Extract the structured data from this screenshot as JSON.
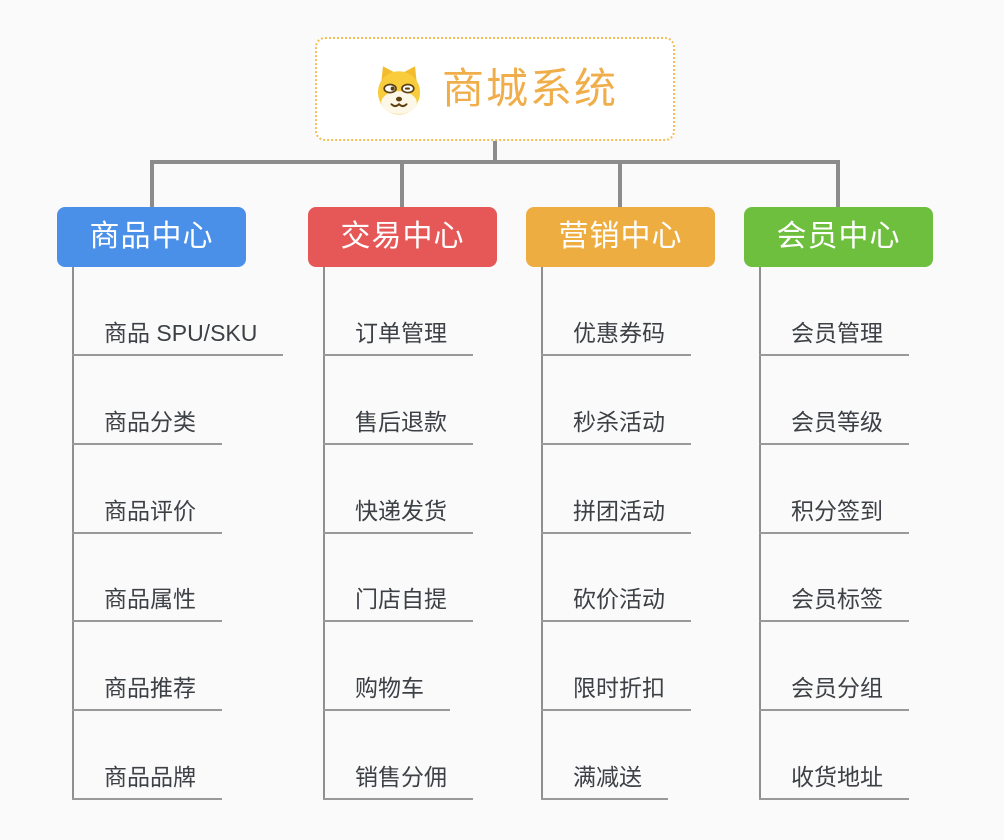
{
  "root": {
    "title": "商城系统",
    "icon": "shiba-dog-icon",
    "title_color": "#F0AE4B",
    "border_color": "#F5BE5A"
  },
  "branches": [
    {
      "label": "商品中心",
      "color": "#4B90E8",
      "items": [
        "商品 SPU/SKU",
        "商品分类",
        "商品评价",
        "商品属性",
        "商品推荐",
        "商品品牌"
      ]
    },
    {
      "label": "交易中心",
      "color": "#E65858",
      "items": [
        "订单管理",
        "售后退款",
        "快递发货",
        "门店自提",
        "购物车",
        "销售分佣"
      ]
    },
    {
      "label": "营销中心",
      "color": "#EEAD40",
      "items": [
        "优惠券码",
        "秒杀活动",
        "拼团活动",
        "砍价活动",
        "限时折扣",
        "满减送"
      ]
    },
    {
      "label": "会员中心",
      "color": "#6FBF3F",
      "items": [
        "会员管理",
        "会员等级",
        "积分签到",
        "会员标签",
        "会员分组",
        "收货地址"
      ]
    }
  ],
  "palette": {
    "connector_gray": "#8C8C8C",
    "leaf_underline": "#999999",
    "leaf_text": "#3D4045",
    "background": "#FAFAFA"
  }
}
